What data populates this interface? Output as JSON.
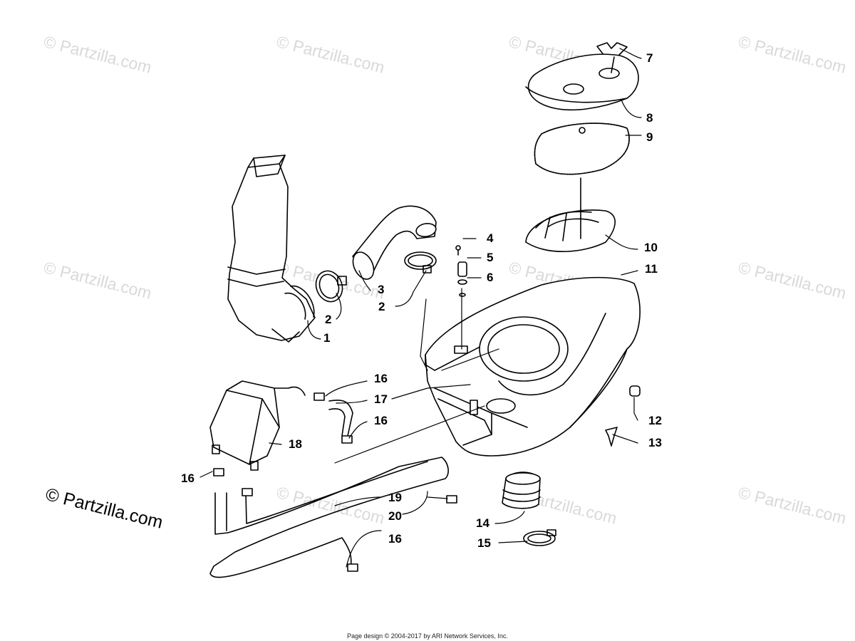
{
  "watermark": {
    "text": "© Partzilla.com",
    "corner_text": "© Partzilla.com"
  },
  "callouts": [
    {
      "id": "c1",
      "label": "1"
    },
    {
      "id": "c2a",
      "label": "2"
    },
    {
      "id": "c2b",
      "label": "2"
    },
    {
      "id": "c3",
      "label": "3"
    },
    {
      "id": "c4",
      "label": "4"
    },
    {
      "id": "c5",
      "label": "5"
    },
    {
      "id": "c6",
      "label": "6"
    },
    {
      "id": "c7",
      "label": "7"
    },
    {
      "id": "c8",
      "label": "8"
    },
    {
      "id": "c9",
      "label": "9"
    },
    {
      "id": "c10",
      "label": "10"
    },
    {
      "id": "c11",
      "label": "11"
    },
    {
      "id": "c12",
      "label": "12"
    },
    {
      "id": "c13",
      "label": "13"
    },
    {
      "id": "c14",
      "label": "14"
    },
    {
      "id": "c15",
      "label": "15"
    },
    {
      "id": "c16a",
      "label": "16"
    },
    {
      "id": "c16b",
      "label": "16"
    },
    {
      "id": "c16c",
      "label": "16"
    },
    {
      "id": "c16d",
      "label": "16"
    },
    {
      "id": "c17",
      "label": "17"
    },
    {
      "id": "c18",
      "label": "18"
    },
    {
      "id": "c19",
      "label": "19"
    },
    {
      "id": "c20",
      "label": "20"
    }
  ],
  "footer": {
    "text": "Page design © 2004-2017 by ARI Network Services, Inc."
  }
}
